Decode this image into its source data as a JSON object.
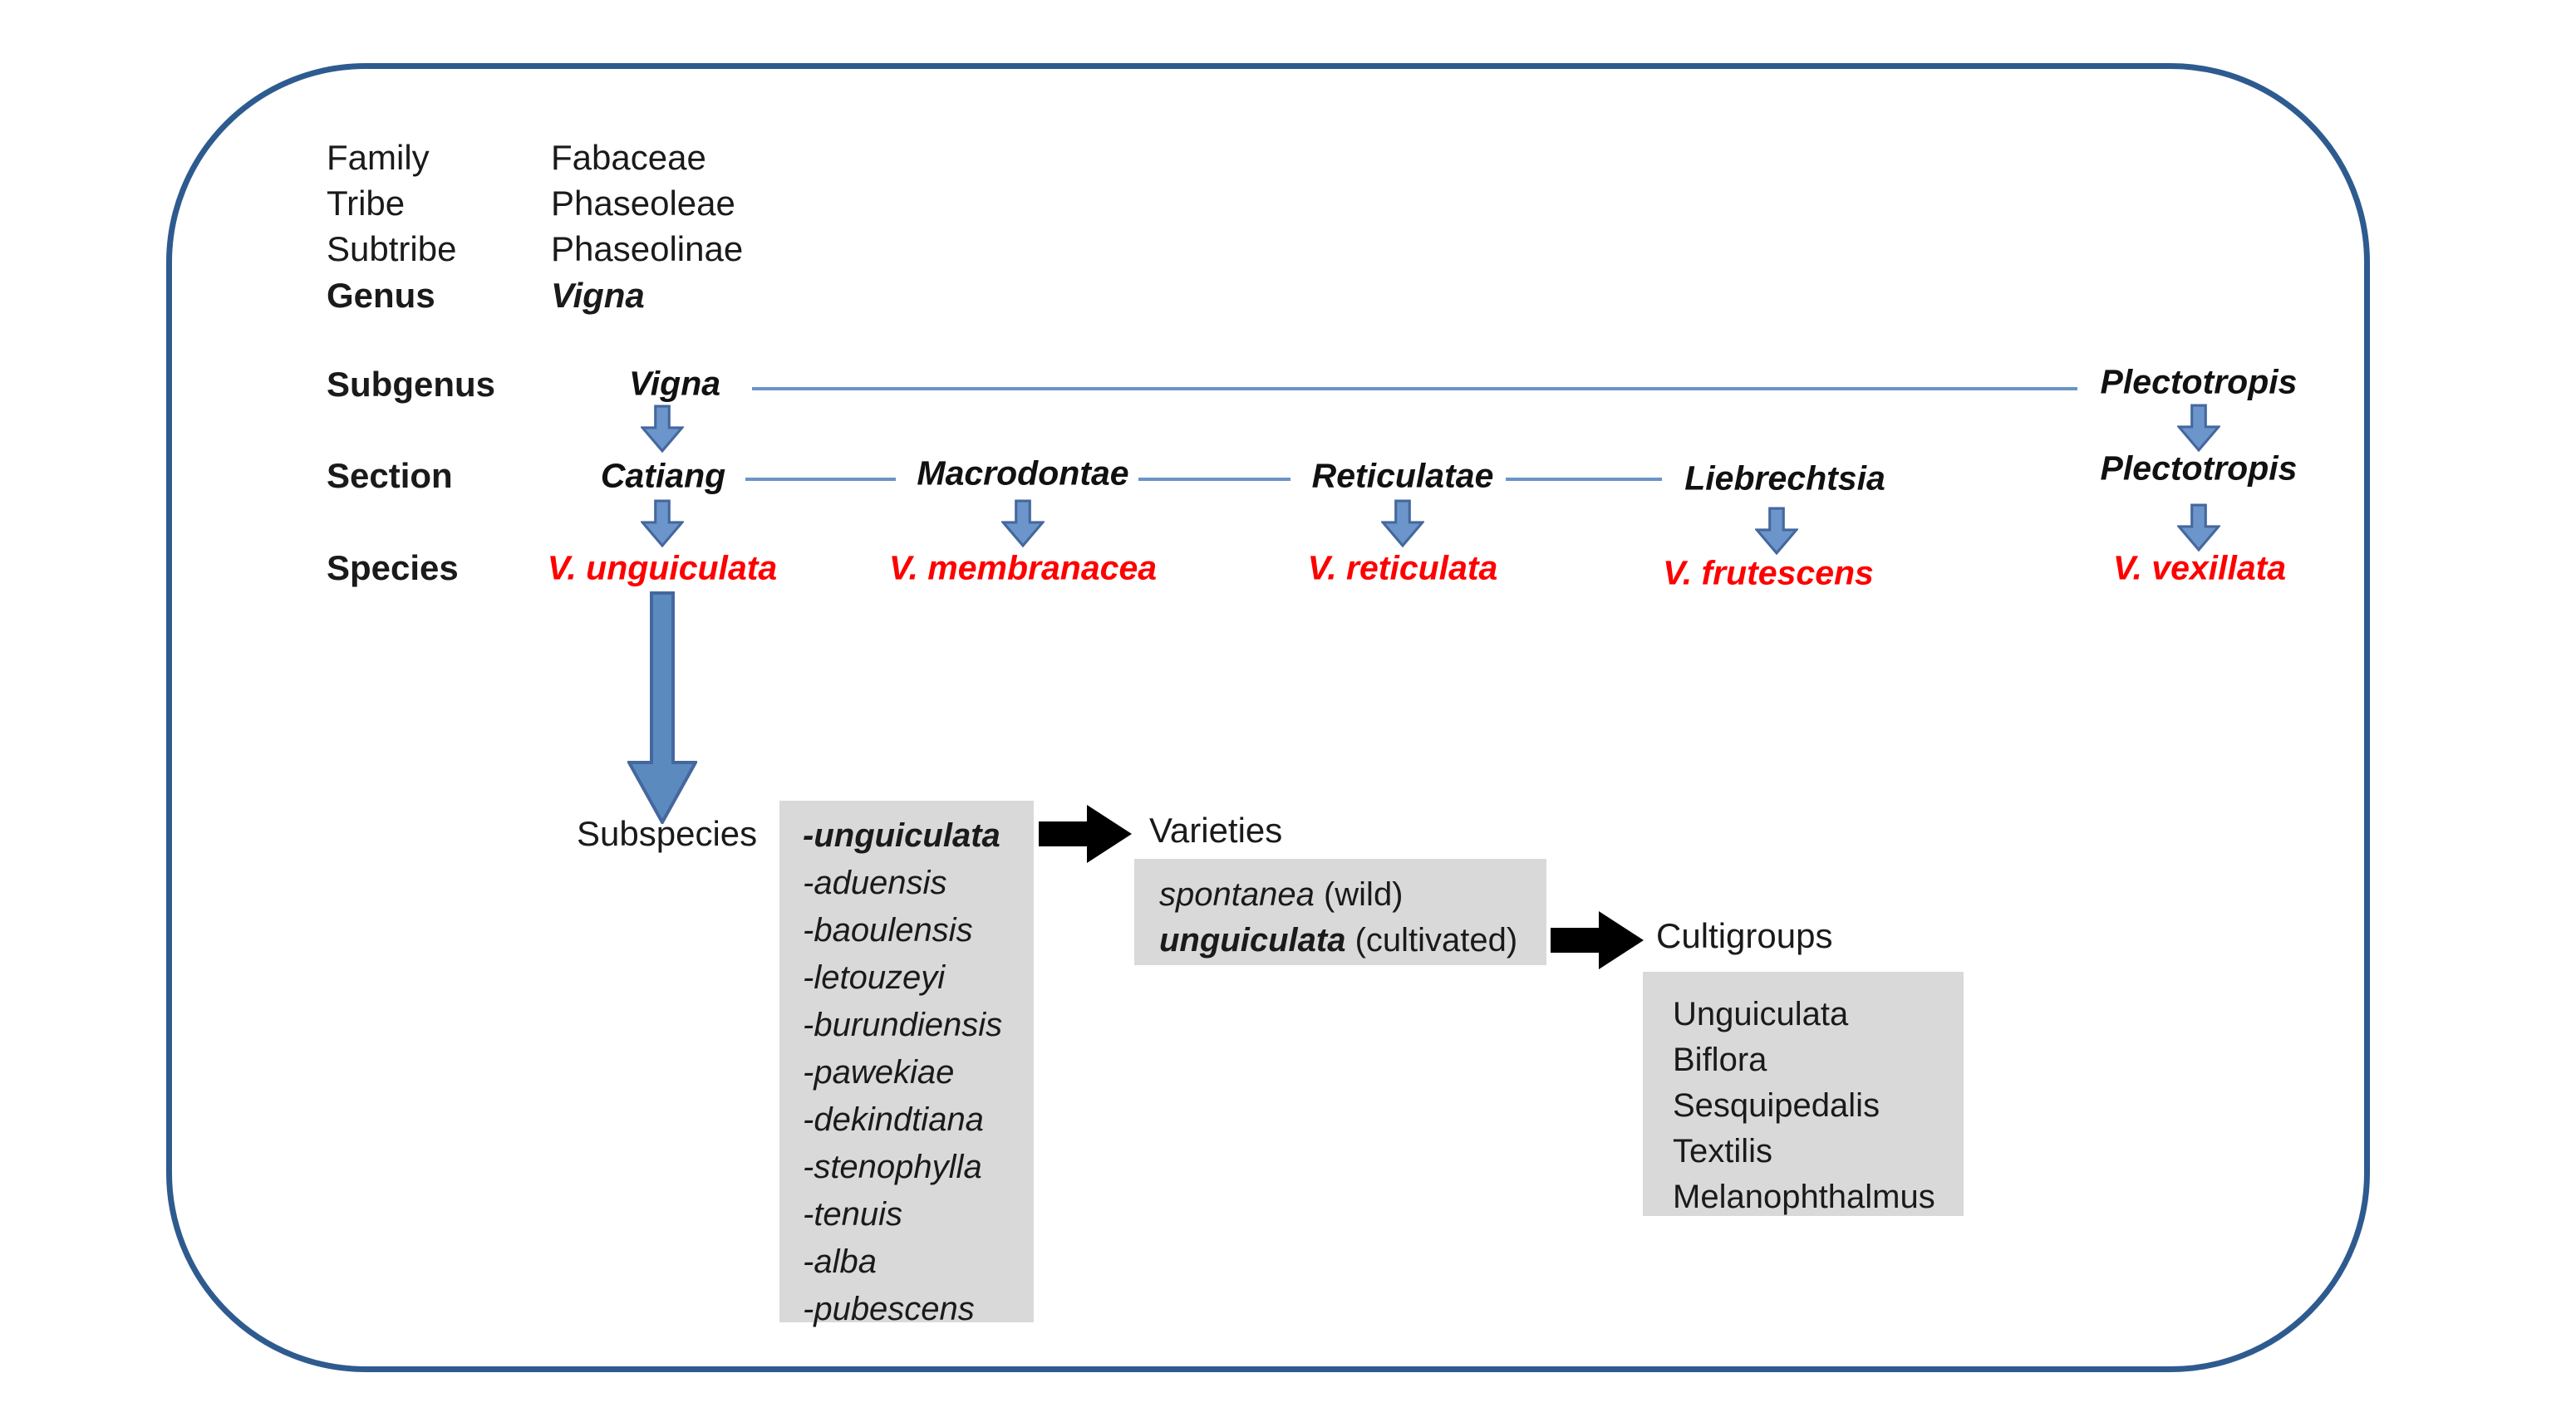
{
  "header": {
    "rows": [
      {
        "label": "Family",
        "value": "Fabaceae"
      },
      {
        "label": "Tribe",
        "value": "Phaseoleae"
      },
      {
        "label": "Subtribe",
        "value": "Phaseolinae"
      },
      {
        "label": "Genus",
        "value": "Vigna"
      }
    ]
  },
  "row_labels": {
    "subgenus": "Subgenus",
    "section": "Section",
    "species": "Species",
    "subspecies": "Subspecies",
    "varieties": "Varieties",
    "cultigroups": "Cultigroups"
  },
  "subgenus": {
    "left": "Vigna",
    "right": "Plectotropis"
  },
  "sections": [
    "Catiang",
    "Macrodontae",
    "Reticulatae",
    "Liebrechtsia",
    "Plectotropis"
  ],
  "species": [
    "V. unguiculata",
    "V. membranacea",
    "V. reticulata",
    "V. frutescens",
    "V. vexillata"
  ],
  "subspecies": [
    "-unguiculata",
    "-aduensis",
    "-baoulensis",
    "-letouzeyi",
    "-burundiensis",
    "-pawekiae",
    "-dekindtiana",
    "-stenophylla",
    "-tenuis",
    "-alba",
    "-pubescens"
  ],
  "varieties": [
    {
      "name": "spontanea",
      "qualifier": " (wild)"
    },
    {
      "name": "unguiculata",
      "qualifier": " (cultivated)"
    }
  ],
  "cultigroups": [
    "Unguiculata",
    "Biflora",
    "Sesquipedalis",
    "Textilis",
    "Melanophthalmus"
  ],
  "colors": {
    "frame_border": "#2E5B8F",
    "connector_line": "#6B94C5",
    "arrow_fill": "#6C96CB",
    "arrow_stroke": "#44689E",
    "species_red": "#FF0000",
    "box_gray": "#D9D9D9",
    "black_arrow": "#000000"
  }
}
